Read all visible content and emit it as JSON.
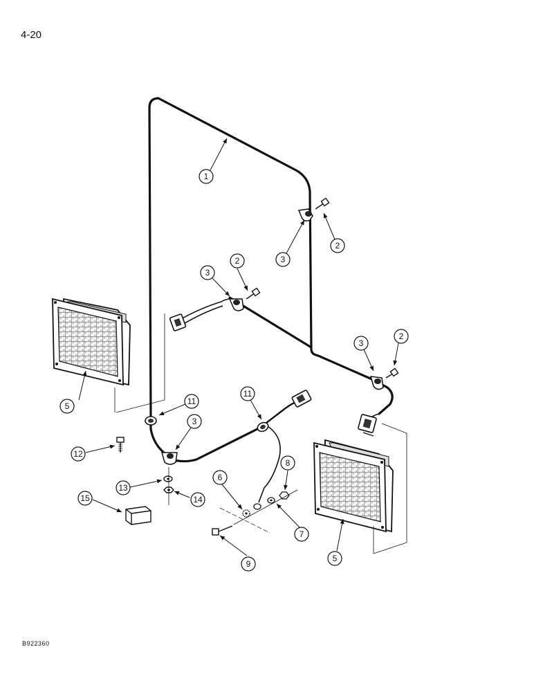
{
  "page": {
    "number": "4-20",
    "figure_code": "B922360"
  },
  "callouts": {
    "c1": "1",
    "c2a": "2",
    "c2b": "2",
    "c2c": "2",
    "c3a": "3",
    "c3b": "3",
    "c3c": "3",
    "c3d": "3",
    "c5a": "5",
    "c5b": "5",
    "c6": "6",
    "c7": "7",
    "c8": "8",
    "c9": "9",
    "c11a": "11",
    "c11b": "11",
    "c12": "12",
    "c13": "13",
    "c14": "14",
    "c15": "15"
  }
}
